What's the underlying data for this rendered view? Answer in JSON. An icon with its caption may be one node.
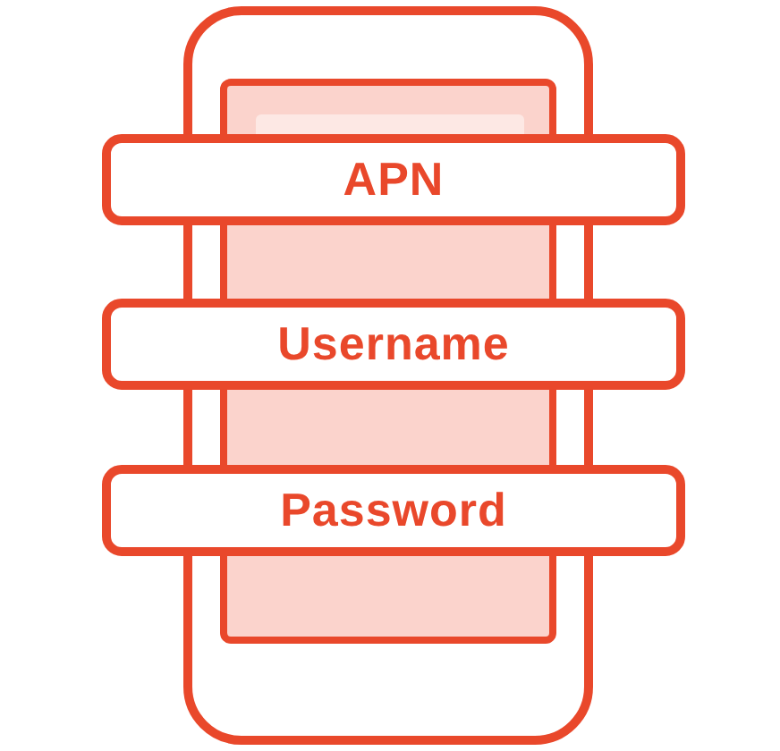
{
  "diagram": {
    "nodes": [
      {
        "text": [
          "APN"
        ]
      },
      {
        "text": [
          "Username"
        ]
      },
      {
        "text": [
          "Password"
        ]
      }
    ]
  }
}
